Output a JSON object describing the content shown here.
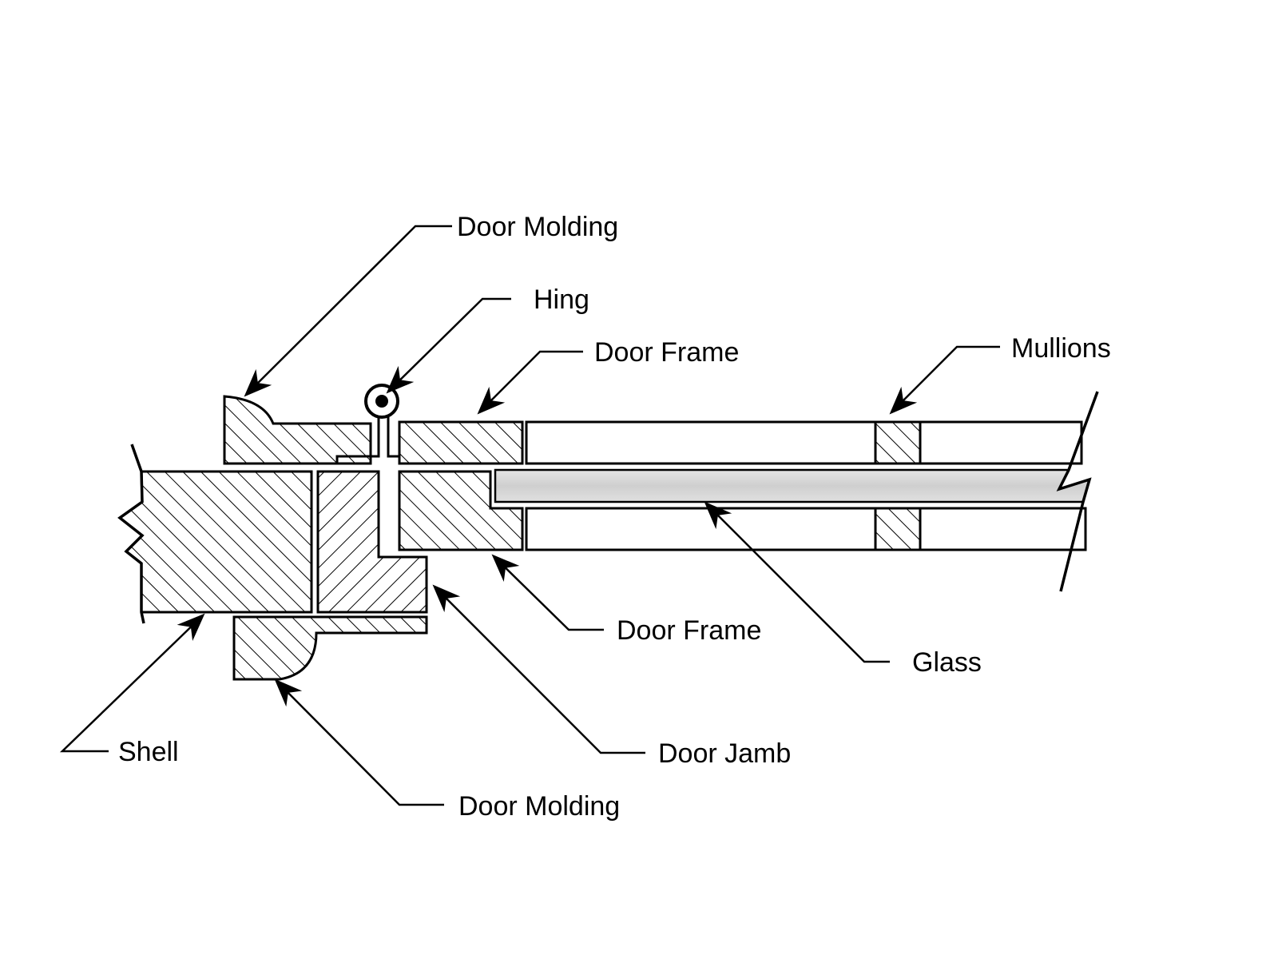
{
  "diagram": {
    "labels": {
      "door_molding_top": "Door Molding",
      "hing": "Hing",
      "door_frame_top": "Door Frame",
      "mullions": "Mullions",
      "door_frame_bottom": "Door Frame",
      "glass": "Glass",
      "shell": "Shell",
      "door_jamb": "Door Jamb",
      "door_molding_bottom": "Door Molding"
    },
    "colors": {
      "ink": "#000000",
      "background": "#ffffff",
      "glass_fill": "#d6d6d6"
    }
  }
}
